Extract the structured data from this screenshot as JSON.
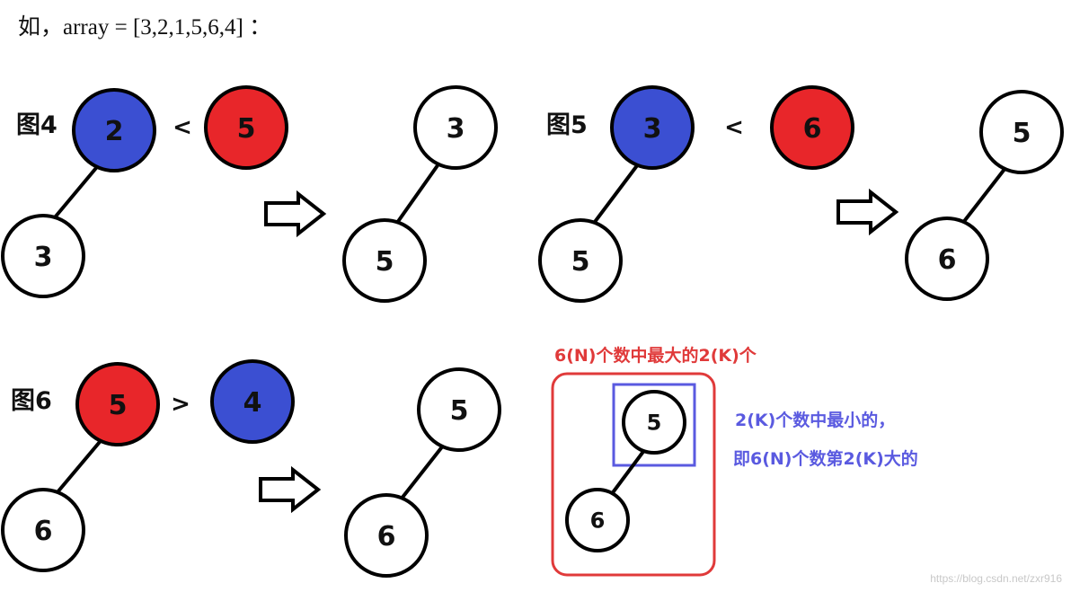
{
  "header": "如，array = [3,2,1,5,6,4] ：",
  "figures": [
    {
      "label": "图4",
      "compare": {
        "left": "2",
        "op": "<",
        "right": "5"
      },
      "before": {
        "root": "2",
        "child": "3"
      },
      "after": {
        "root": "3",
        "child": "5"
      }
    },
    {
      "label": "图5",
      "compare": {
        "left": "3",
        "op": "<",
        "right": "6"
      },
      "before": {
        "root": "3",
        "child": "5"
      },
      "after": {
        "root": "5",
        "child": "6"
      }
    },
    {
      "label": "图6",
      "compare": {
        "left": "5",
        "op": ">",
        "right": "4"
      },
      "before": {
        "root": "5",
        "child": "6"
      },
      "after": {
        "root": "5",
        "child": "6"
      }
    }
  ],
  "result": {
    "title": "6(N)个数中最大的2(K)个",
    "root": "5",
    "child": "6",
    "note_line1": "2(K)个数中最小的，",
    "note_line2": "即6(N)个数第2(K)大的"
  },
  "colors": {
    "red": "#e8262a",
    "blue": "#3b4fd2",
    "highlight_blue": "#5a5ae0",
    "frame_red": "#e03a3a"
  },
  "watermark": "https://blog.csdn.net/zxr916"
}
